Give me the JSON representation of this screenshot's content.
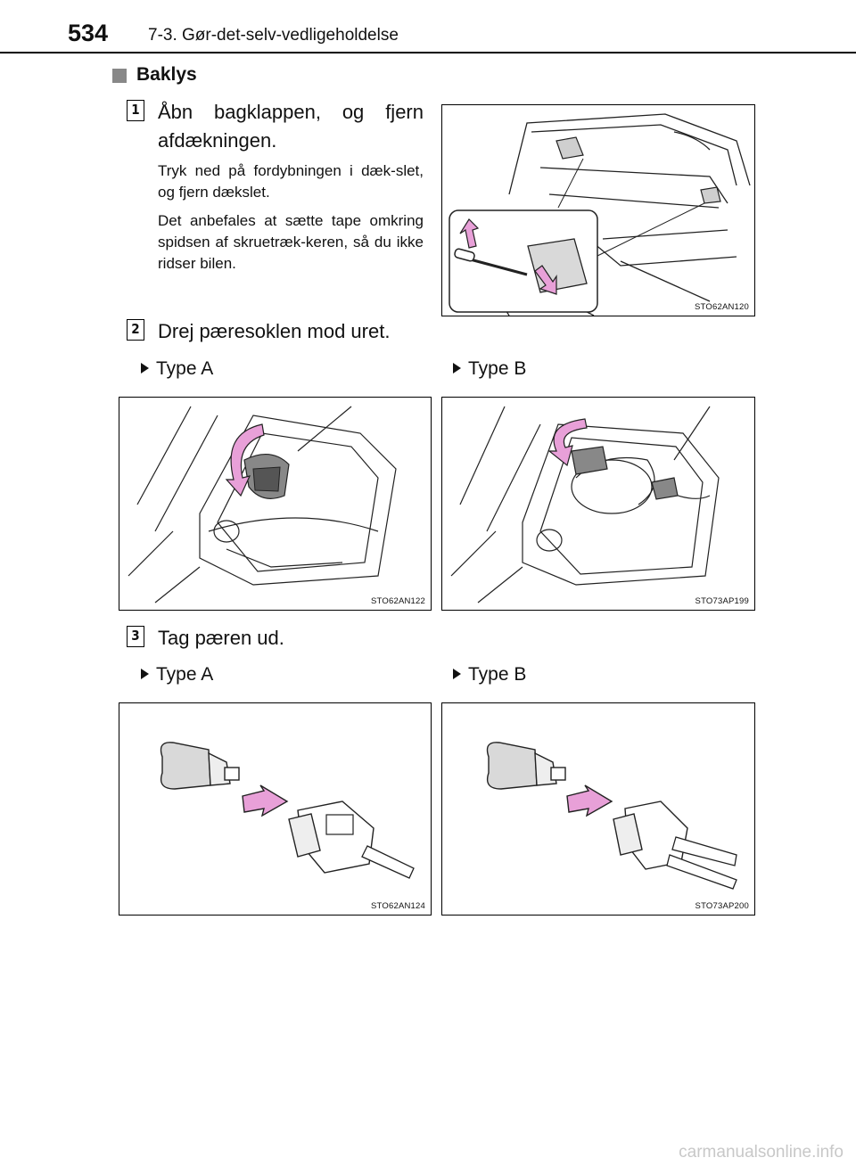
{
  "header": {
    "page_number": "534",
    "chapter": "7-3. Gør-det-selv-vedligeholdelse"
  },
  "section": {
    "title": "Baklys"
  },
  "steps": [
    {
      "number": "1",
      "text_line1": "Åbn bagklappen, og fjern",
      "text_line2": "afdækningen.",
      "note1": "Tryk ned på fordybningen i dæk-slet, og fjern dækslet.",
      "note2": "Det anbefales at sætte tape omkring spidsen af skruetræk-keren, så du ikke ridser bilen.",
      "figure_code": "STO62AN120"
    },
    {
      "number": "2",
      "text": "Drej pæresoklen mod uret.",
      "type_a": "Type A",
      "type_b": "Type B",
      "figure_a_code": "STO62AN122",
      "figure_b_code": "STO73AP199"
    },
    {
      "number": "3",
      "text": "Tag pæren ud.",
      "type_a": "Type A",
      "type_b": "Type B",
      "figure_a_code": "STO62AN124",
      "figure_b_code": "STO73AP200"
    }
  ],
  "footer": {
    "watermark": "carmanualsonline.info"
  },
  "colors": {
    "arrow_fill": "#e8a0d8",
    "figure_shade": "#d9d9d9",
    "section_square": "#888888"
  }
}
